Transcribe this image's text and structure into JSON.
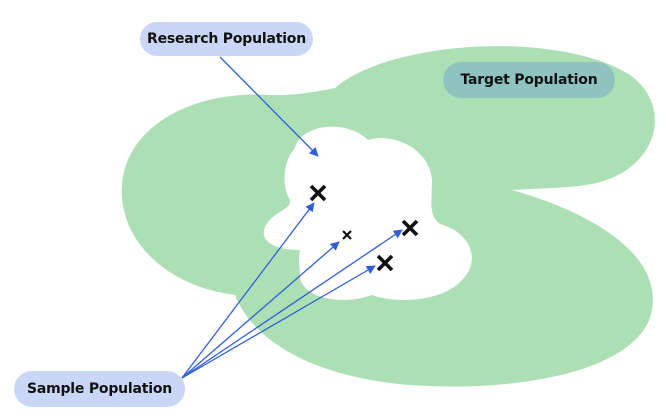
{
  "labels": {
    "research_population": "Research Population",
    "target_population": "Target Population",
    "sample_population": "Sample Population"
  },
  "colors": {
    "target_region": "#addfb5",
    "research_region": "#ffffff",
    "label_research": "#c9d6f5",
    "label_target": "#8fc3bf",
    "label_sample": "#c9d6f5",
    "arrow": "#2f5fd6",
    "marker": "#111111"
  },
  "icons": {
    "sample_marker": "x-mark-icon"
  }
}
